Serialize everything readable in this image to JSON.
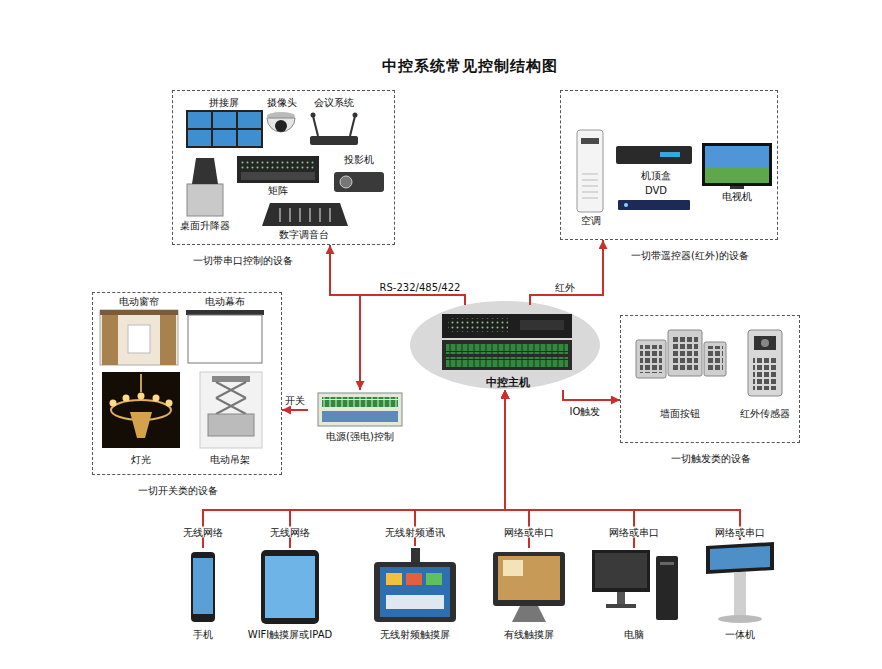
{
  "diagram": {
    "title": "中控系统常见控制结构图",
    "nodes": [
      {
        "text": [
          "一切带串口控制的设备"
        ]
      },
      {
        "text": [
          "拼接屏"
        ],
        "in": 0
      },
      {
        "text": [
          "摄像头"
        ],
        "in": 0
      },
      {
        "text": [
          "会议系统"
        ],
        "in": 0
      },
      {
        "text": [
          "矩阵"
        ],
        "in": 0
      },
      {
        "text": [
          "投影机"
        ],
        "in": 0
      },
      {
        "text": [
          "桌面升降器"
        ],
        "in": 0
      },
      {
        "text": [
          "数字调音台"
        ],
        "in": 0
      },
      {
        "text": [
          "一切带遥控器(红外)的设备"
        ]
      },
      {
        "text": [
          "空调"
        ],
        "in": 8
      },
      {
        "text": [
          "机顶盒"
        ],
        "in": 8
      },
      {
        "text": [
          "DVD"
        ],
        "in": 8
      },
      {
        "text": [
          "电视机"
        ],
        "in": 8
      },
      {
        "text": [
          "一切开关类的设备"
        ]
      },
      {
        "text": [
          "电动窗帘"
        ],
        "in": 13
      },
      {
        "text": [
          "电动幕布"
        ],
        "in": 13
      },
      {
        "text": [
          "灯光"
        ],
        "in": 13
      },
      {
        "text": [
          "电动吊架"
        ],
        "in": 13
      },
      {
        "text": [
          "中控主机"
        ]
      },
      {
        "text": [
          "电源(强电)控制"
        ]
      },
      {
        "text": [
          "一切触发类的设备"
        ]
      },
      {
        "text": [
          "墙面按钮"
        ],
        "in": 20
      },
      {
        "text": [
          "红外传感器"
        ],
        "in": 20
      },
      {
        "text": [
          "手机"
        ]
      },
      {
        "text": [
          "WIFI触摸屏或IPAD"
        ]
      },
      {
        "text": [
          "无线射频触摸屏"
        ]
      },
      {
        "text": [
          "有线触摸屏"
        ]
      },
      {
        "text": [
          "电脑"
        ]
      },
      {
        "text": [
          "一体机"
        ]
      }
    ],
    "edges": [
      {
        "from": 18,
        "to": 0,
        "label": "RS-232/485/422",
        "arrow": "to"
      },
      {
        "from": 18,
        "to": 19,
        "arrow": "to"
      },
      {
        "from": 18,
        "to": 8,
        "label": "红外",
        "arrow": "to"
      },
      {
        "from": 18,
        "to": 20,
        "label": "IO触发",
        "arrow": "to"
      },
      {
        "from": 19,
        "to": 13,
        "label": "开关",
        "arrow": "to"
      },
      {
        "from": 23,
        "to": 18,
        "label": "无线网络",
        "arrow": "to"
      },
      {
        "from": 24,
        "to": 18,
        "label": "无线网络",
        "arrow": "to"
      },
      {
        "from": 25,
        "to": 18,
        "label": "无线射频通讯",
        "arrow": "to"
      },
      {
        "from": 26,
        "to": 18,
        "label": "网络或串口",
        "arrow": "to"
      },
      {
        "from": 27,
        "to": 18,
        "label": "网络或串口",
        "arrow": "to"
      },
      {
        "from": 28,
        "to": 18,
        "label": "网络或串口",
        "arrow": "to"
      }
    ]
  }
}
